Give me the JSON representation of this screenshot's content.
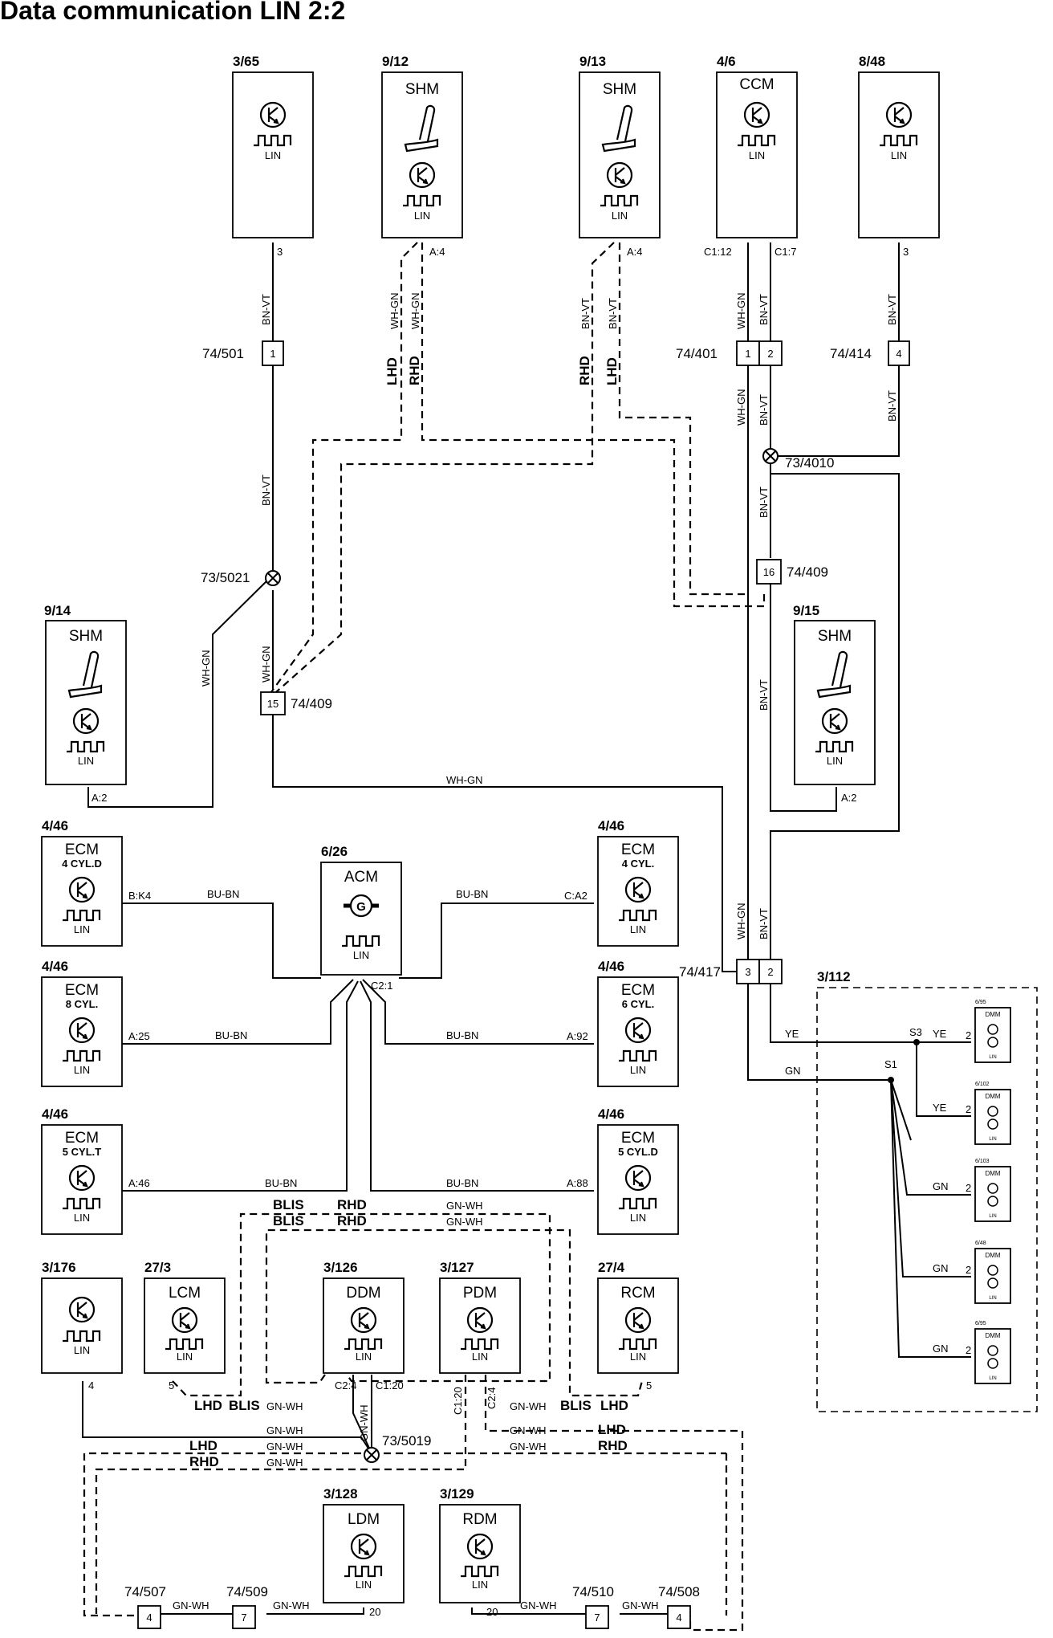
{
  "title": "Data communication LIN 2:2",
  "modules": {
    "m365": {
      "ref": "3/65",
      "pin": "3",
      "lin": "LIN"
    },
    "m912": {
      "ref": "9/12",
      "name": "SHM",
      "pin": "A:4",
      "lin": "LIN"
    },
    "m913": {
      "ref": "9/13",
      "name": "SHM",
      "pin": "A:4",
      "lin": "LIN"
    },
    "m46": {
      "ref": "4/6",
      "name": "CCM",
      "pin1": "C1:12",
      "pin2": "C1:7",
      "lin": "LIN"
    },
    "m848": {
      "ref": "8/48",
      "pin": "3",
      "lin": "LIN"
    },
    "m914": {
      "ref": "9/14",
      "name": "SHM",
      "pin": "A:2",
      "lin": "LIN"
    },
    "m915": {
      "ref": "9/15",
      "name": "SHM",
      "pin": "A:2",
      "lin": "LIN"
    },
    "ecm_4d": {
      "ref": "4/46",
      "name": "ECM",
      "sub": "4 CYL.D",
      "pin": "B:K4",
      "lin": "LIN"
    },
    "ecm_8": {
      "ref": "4/46",
      "name": "ECM",
      "sub": "8 CYL.",
      "pin": "A:25",
      "lin": "LIN"
    },
    "ecm_5t": {
      "ref": "4/46",
      "name": "ECM",
      "sub": "5 CYL.T",
      "pin": "A:46",
      "lin": "LIN"
    },
    "ecm_4": {
      "ref": "4/46",
      "name": "ECM",
      "sub": "4 CYL.",
      "pin": "C:A2",
      "lin": "LIN"
    },
    "ecm_6": {
      "ref": "4/46",
      "name": "ECM",
      "sub": "6 CYL.",
      "pin": "A:92",
      "lin": "LIN"
    },
    "ecm_5d": {
      "ref": "4/46",
      "name": "ECM",
      "sub": "5 CYL.D",
      "pin": "A:88",
      "lin": "LIN"
    },
    "acm": {
      "ref": "6/26",
      "name": "ACM",
      "pin": "C2:1",
      "lin": "LIN"
    },
    "m3176": {
      "ref": "3/176",
      "pin": "4",
      "lin": "LIN"
    },
    "lcm": {
      "ref": "27/3",
      "name": "LCM",
      "pin": "5",
      "lin": "LIN"
    },
    "ddm": {
      "ref": "3/126",
      "name": "DDM",
      "pin1": "C2:4",
      "pin2": "C1:20",
      "lin": "LIN"
    },
    "pdm": {
      "ref": "3/127",
      "name": "PDM",
      "pin1": "C1:20",
      "pin2": "C2:4",
      "lin": "LIN"
    },
    "rcm": {
      "ref": "27/4",
      "name": "RCM",
      "pin": "5",
      "lin": "LIN"
    },
    "ldm": {
      "ref": "3/128",
      "name": "LDM",
      "pin": "20",
      "lin": "LIN"
    },
    "rdm": {
      "ref": "3/129",
      "name": "RDM",
      "pin": "20",
      "lin": "LIN"
    }
  },
  "connectors": {
    "c74_501": {
      "ref": "74/501",
      "pin": "1"
    },
    "c74_401": {
      "ref": "74/401",
      "pin1": "1",
      "pin2": "2"
    },
    "c74_414": {
      "ref": "74/414",
      "pin": "4"
    },
    "c74_409a": {
      "ref": "74/409",
      "pin": "16"
    },
    "c74_409b": {
      "ref": "74/409",
      "pin": "15"
    },
    "c74_417": {
      "ref": "74/417",
      "pin1": "3",
      "pin2": "2"
    },
    "c74_507": {
      "ref": "74/507",
      "pin": "4"
    },
    "c74_509": {
      "ref": "74/509",
      "pin": "7"
    },
    "c74_510": {
      "ref": "74/510",
      "pin": "7"
    },
    "c74_508": {
      "ref": "74/508",
      "pin": "4"
    }
  },
  "splices": {
    "s73_5021": "73/5021",
    "s73_4010": "73/4010",
    "s73_5019": "73/5019"
  },
  "wire_colors": {
    "bn_vt": "BN-VT",
    "wh_gn": "WH-GN",
    "bu_bn": "BU-BN",
    "gn_wh": "GN-WH",
    "ye": "YE",
    "gn": "GN"
  },
  "variants": {
    "lhd": "LHD",
    "rhd": "RHD",
    "blis": "BLIS"
  },
  "dimmer_block": {
    "ref": "3/112",
    "splice1": "S3",
    "splice2": "S1",
    "pin": "2",
    "module_label": "DMM",
    "lin": "LIN",
    "items": [
      {
        "ref": "6/95"
      },
      {
        "ref": "6/102"
      },
      {
        "ref": "6/103"
      },
      {
        "ref": "6/48"
      },
      {
        "ref": "6/95"
      }
    ]
  }
}
